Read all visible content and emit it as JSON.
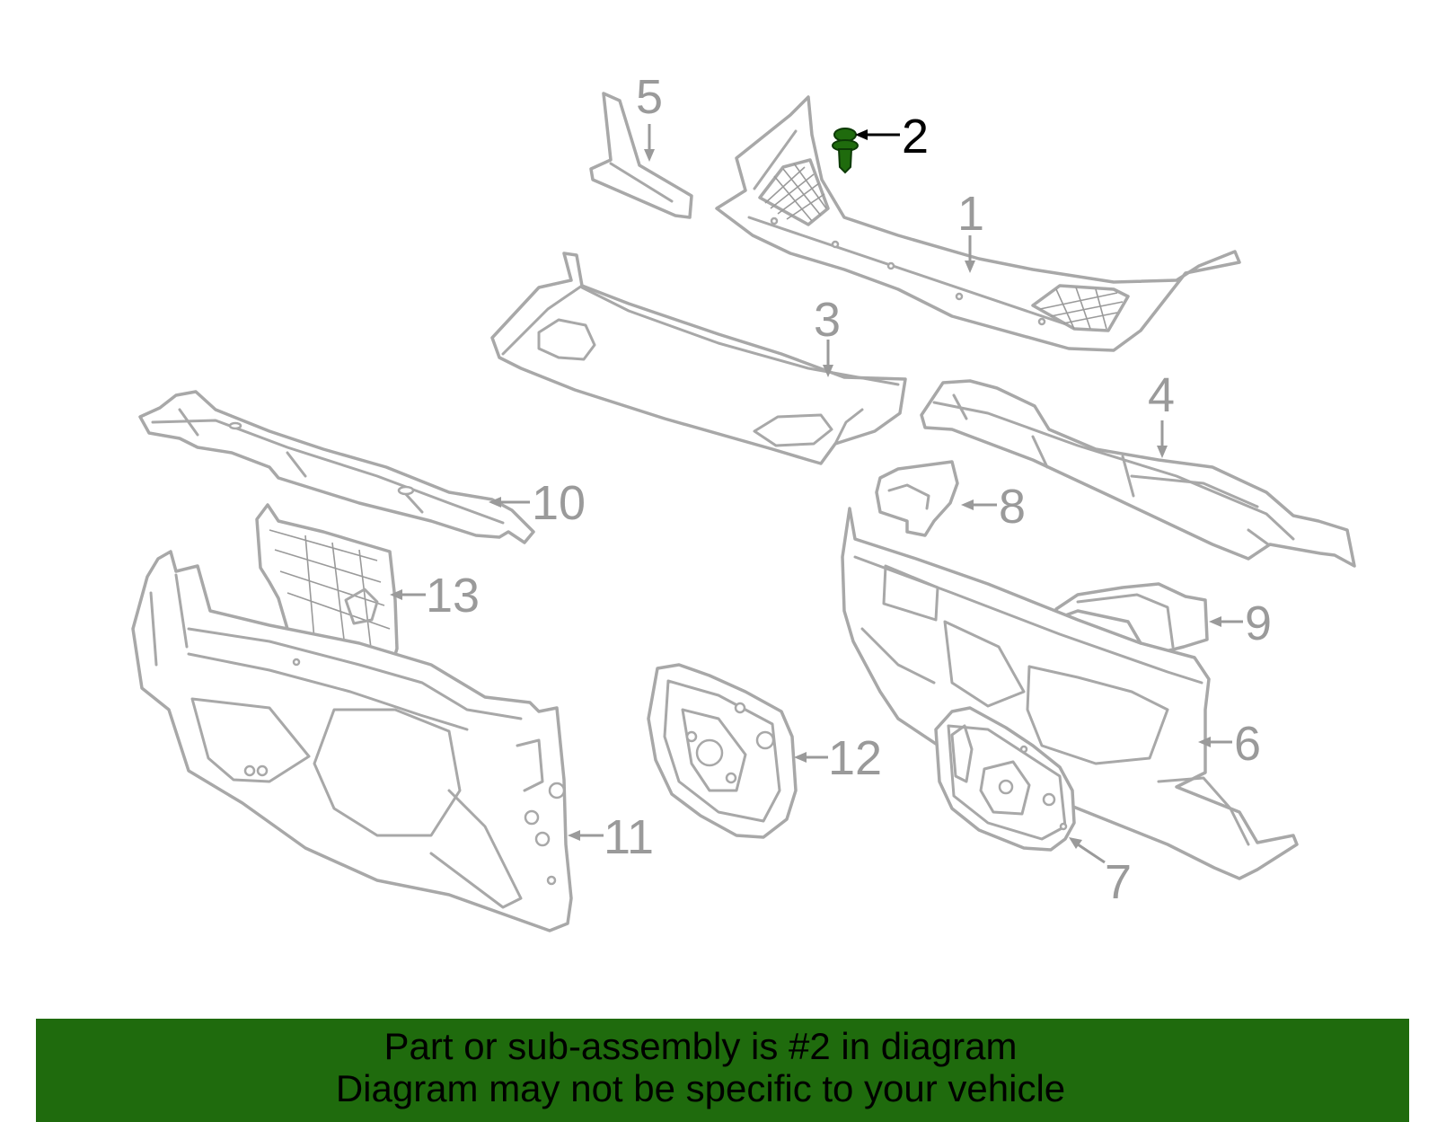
{
  "diagram": {
    "highlight_color": "#1f6b0d",
    "part_color": "#a8a8a8",
    "callouts": [
      {
        "id": "1",
        "label": "1"
      },
      {
        "id": "2",
        "label": "2",
        "highlighted": true
      },
      {
        "id": "3",
        "label": "3"
      },
      {
        "id": "4",
        "label": "4"
      },
      {
        "id": "5",
        "label": "5"
      },
      {
        "id": "6",
        "label": "6"
      },
      {
        "id": "7",
        "label": "7"
      },
      {
        "id": "8",
        "label": "8"
      },
      {
        "id": "9",
        "label": "9"
      },
      {
        "id": "10",
        "label": "10"
      },
      {
        "id": "11",
        "label": "11"
      },
      {
        "id": "12",
        "label": "12"
      },
      {
        "id": "13",
        "label": "13"
      }
    ]
  },
  "banner": {
    "background": "#1f6b0d",
    "line1": "Part or sub-assembly is #2 in diagram",
    "line2": "Diagram may not be specific to your vehicle"
  }
}
